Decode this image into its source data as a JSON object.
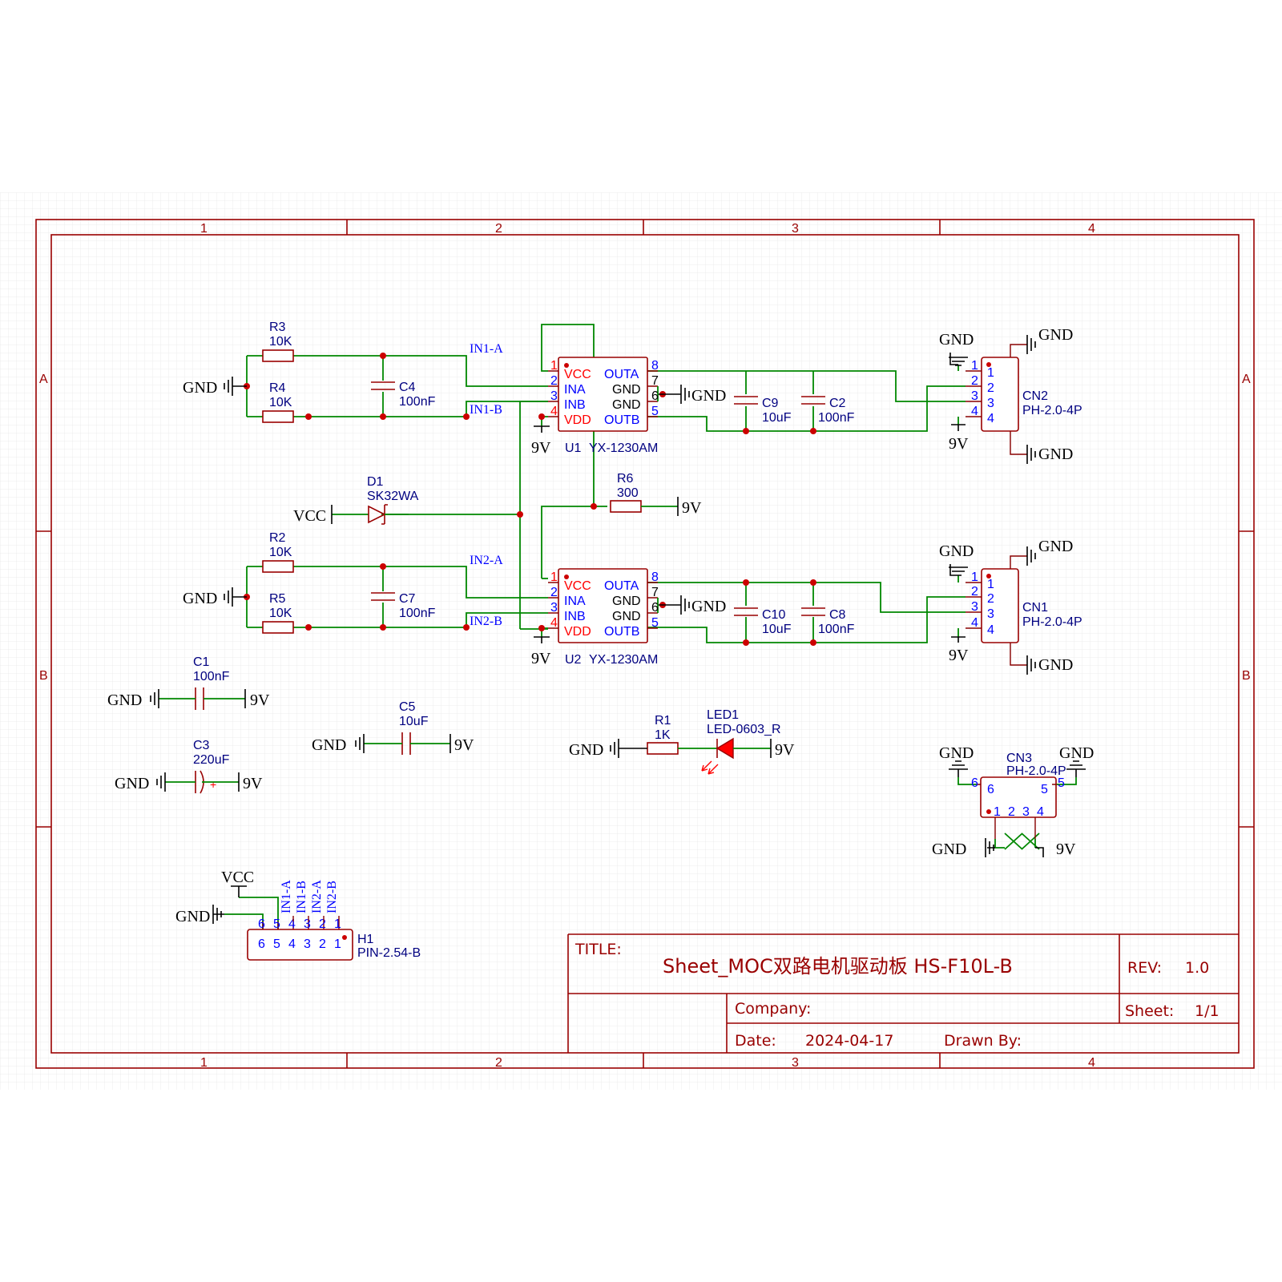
{
  "frame": {
    "columns": [
      "1",
      "2",
      "3",
      "4"
    ],
    "rows": [
      "A",
      "B"
    ]
  },
  "title_block": {
    "title_label": "TITLE:",
    "title": "Sheet_MOC双路电机驱动板 HS-F10L-B",
    "rev_label": "REV:",
    "rev": "1.0",
    "company_label": "Company:",
    "sheet_label": "Sheet:",
    "sheet": "1/1",
    "date_label": "Date:",
    "date": "2024-04-17",
    "drawn_by_label": "Drawn By:"
  },
  "nets": {
    "gnd": "GND",
    "vcc": "VCC",
    "v9": "9V",
    "in1a": "IN1-A",
    "in1b": "IN1-B",
    "in2a": "IN2-A",
    "in2b": "IN2-B"
  },
  "components": {
    "R3": {
      "ref": "R3",
      "value": "10K"
    },
    "R4": {
      "ref": "R4",
      "value": "10K"
    },
    "R2": {
      "ref": "R2",
      "value": "10K"
    },
    "R5": {
      "ref": "R5",
      "value": "10K"
    },
    "R6": {
      "ref": "R6",
      "value": "300"
    },
    "R1": {
      "ref": "R1",
      "value": "1K"
    },
    "C4": {
      "ref": "C4",
      "value": "100nF"
    },
    "C7": {
      "ref": "C7",
      "value": "100nF"
    },
    "C9": {
      "ref": "C9",
      "value": "10uF"
    },
    "C2": {
      "ref": "C2",
      "value": "100nF"
    },
    "C10": {
      "ref": "C10",
      "value": "10uF"
    },
    "C8": {
      "ref": "C8",
      "value": "100nF"
    },
    "C1": {
      "ref": "C1",
      "value": "100nF"
    },
    "C3": {
      "ref": "C3",
      "value": "220uF"
    },
    "C5": {
      "ref": "C5",
      "value": "10uF"
    },
    "D1": {
      "ref": "D1",
      "value": "SK32WA"
    },
    "LED1": {
      "ref": "LED1",
      "value": "LED-0603_R"
    },
    "U1": {
      "ref": "U1",
      "value": "YX-1230AM"
    },
    "U2": {
      "ref": "U2",
      "value": "YX-1230AM"
    },
    "CN1": {
      "ref": "CN1",
      "value": "PH-2.0-4P"
    },
    "CN2": {
      "ref": "CN2",
      "value": "PH-2.0-4P"
    },
    "CN3": {
      "ref": "CN3",
      "value": "PH-2.0-4P"
    },
    "H1": {
      "ref": "H1",
      "value": "PIN-2.54-B"
    }
  },
  "ic_pins": {
    "left": [
      "VCC",
      "INA",
      "INB",
      "VDD"
    ],
    "right": [
      "OUTA",
      "GND",
      "GND",
      "OUTB"
    ],
    "left_nums": [
      "1",
      "2",
      "3",
      "4"
    ],
    "right_nums": [
      "8",
      "7",
      "6",
      "5"
    ]
  },
  "connector_pins": [
    "1",
    "2",
    "3",
    "4",
    "5",
    "6"
  ]
}
